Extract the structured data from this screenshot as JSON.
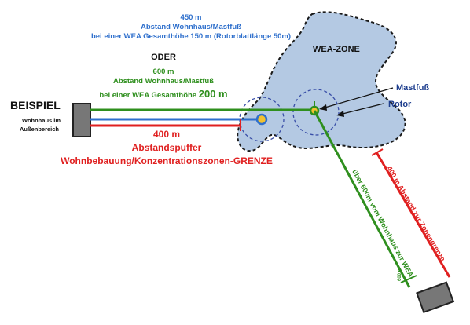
{
  "top_blue": {
    "line1": "450 m",
    "line2": "Abstand Wohnhaus/Mastfuß",
    "line3": "bei einer WEA Gesamthöhe 150 m (Rotorblattlänge 50m)",
    "color": "#2e6fcc"
  },
  "oder": "ODER",
  "green_block": {
    "line1": "600 m",
    "line2": "Abstand Wohnhaus/Mastfuß",
    "line3_prefix": "bei einer WEA Gesamthöhe",
    "line3_value": "200 m",
    "color": "#2f8f1e"
  },
  "beispiel": {
    "title": "BEISPIEL",
    "line1": "Wohnhaus im",
    "line2": "Außenbereich"
  },
  "red_block": {
    "line1": "400 m",
    "line2": "Abstandspuffer",
    "line3": "Wohnbebauung/Konzentrationszonen-GRENZE",
    "color": "#e02020"
  },
  "zone": {
    "label": "WEA-ZONE",
    "fill": "#b4c9e3"
  },
  "callouts": {
    "mastfuss": "Mastfuß",
    "rotor": "Rotor",
    "color": "#1f3f8f"
  },
  "diagonal": {
    "green_label": "über 600m vom Wohnhaus zur WEA",
    "green_small": "600 m",
    "red_label": "400 m Abstand zur Zonengrenze"
  }
}
